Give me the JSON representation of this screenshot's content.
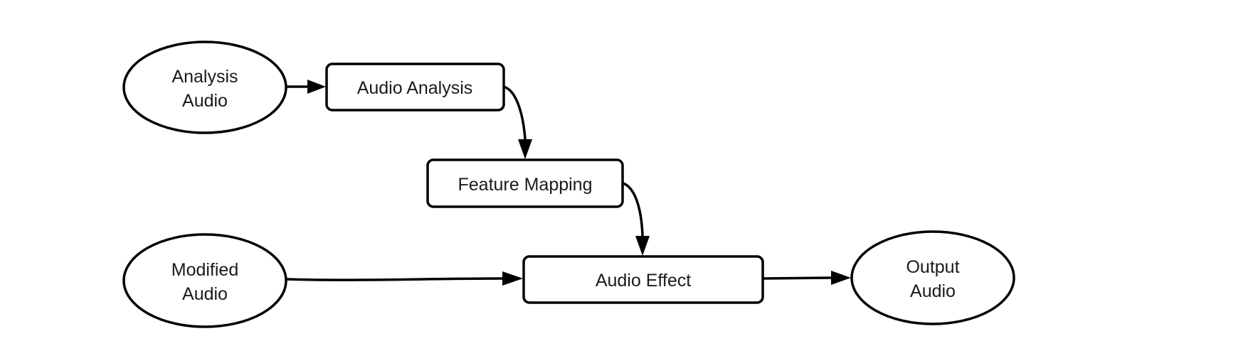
{
  "nodes": {
    "analysis_audio": {
      "line1": "Analysis",
      "line2": "Audio"
    },
    "audio_analysis": {
      "label": "Audio Analysis"
    },
    "feature_mapping": {
      "label": "Feature Mapping"
    },
    "modified_audio": {
      "line1": "Modified",
      "line2": "Audio"
    },
    "audio_effect": {
      "label": "Audio Effect"
    },
    "output_audio": {
      "line1": "Output",
      "line2": "Audio"
    }
  },
  "colors": {
    "stroke": "#000000",
    "fill": "#ffffff",
    "text": "#1a1a1a"
  }
}
